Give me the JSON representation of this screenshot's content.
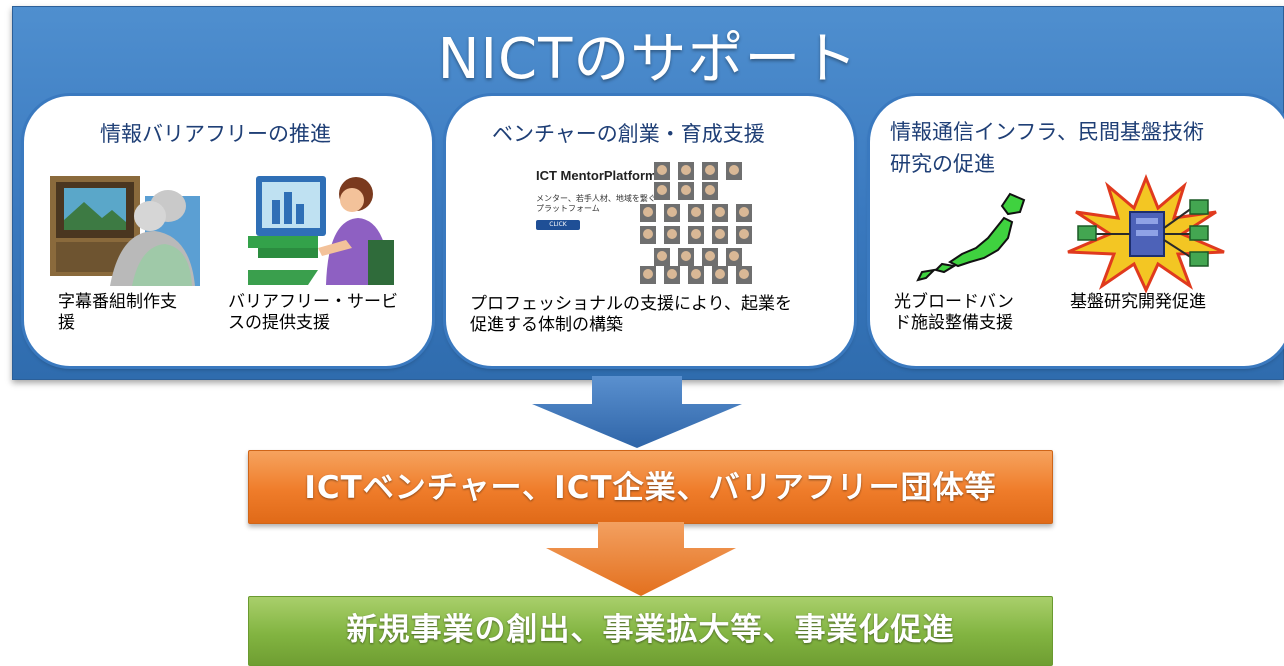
{
  "title": "NICTのサポート",
  "panels": [
    {
      "title": "情報バリアフリーの推進",
      "items": [
        {
          "caption_line1": "字幕番組制作支",
          "caption_line2": "援",
          "icon": "tv-viewers-icon"
        },
        {
          "caption_line1": "バリアフリー・サービ",
          "caption_line2": "スの提供支援",
          "icon": "computer-user-icon"
        }
      ]
    },
    {
      "title": "ベンチャーの創業・育成支援",
      "platform": {
        "logo_text": "ICT MentorPlatform",
        "tagline_line1": "メンター、若手人材、地域を繋ぐ",
        "tagline_line2": "プラットフォーム",
        "button_label": "CLICK"
      },
      "caption_line1": "プロフェッショナルの支援により、起業を",
      "caption_line2": "促進する体制の構築"
    },
    {
      "title_line1": "情報通信インフラ、民間基盤技術",
      "title_line2": "研究の促進",
      "items": [
        {
          "caption_line1": "光ブロードバン",
          "caption_line2": "ド施設整備支援",
          "icon": "japan-map-icon"
        },
        {
          "caption_line1": "基盤研究開発促進",
          "caption_line2": "",
          "icon": "network-server-icon"
        }
      ]
    }
  ],
  "flow": {
    "middle_box": "ICTベンチャー、ICT企業、バリアフリー団体等",
    "bottom_box": "新規事業の創出、事業拡大等、事業化促進"
  },
  "colors": {
    "banner": "#3a79bf",
    "arrow_blue": "#3a73b8",
    "orange": "#ef7c2a",
    "green": "#82b441"
  }
}
